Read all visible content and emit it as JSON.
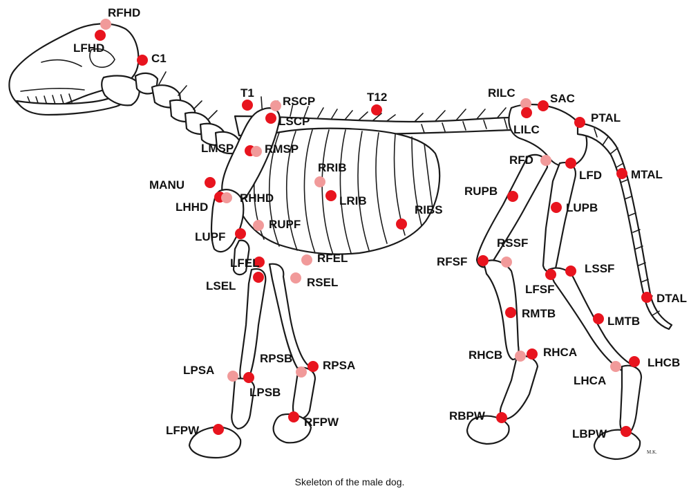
{
  "caption": "Skeleton of the male dog.",
  "signature": "M.K.",
  "colors": {
    "right_marker": "#f19a9a",
    "left_marker": "#e8141e"
  },
  "markers": [
    {
      "label": "RFHD",
      "side": "right"
    },
    {
      "label": "LFHD",
      "side": "left"
    },
    {
      "label": "C1",
      "side": "left"
    },
    {
      "label": "T1",
      "side": "left"
    },
    {
      "label": "RSCP",
      "side": "right"
    },
    {
      "label": "LSCP",
      "side": "left"
    },
    {
      "label": "T12",
      "side": "left"
    },
    {
      "label": "RILC",
      "side": "right"
    },
    {
      "label": "SAC",
      "side": "left"
    },
    {
      "label": "LILC",
      "side": "left"
    },
    {
      "label": "PTAL",
      "side": "left"
    },
    {
      "label": "LMSP",
      "side": "left"
    },
    {
      "label": "RMSP",
      "side": "right"
    },
    {
      "label": "RRIB",
      "side": "right"
    },
    {
      "label": "LRIB",
      "side": "left"
    },
    {
      "label": "MANU",
      "side": "left"
    },
    {
      "label": "LHHD",
      "side": "left"
    },
    {
      "label": "RHHD",
      "side": "right"
    },
    {
      "label": "RIBS",
      "side": "left"
    },
    {
      "label": "RUPF",
      "side": "right"
    },
    {
      "label": "LUPF",
      "side": "left"
    },
    {
      "label": "RFD",
      "side": "right"
    },
    {
      "label": "LFD",
      "side": "left"
    },
    {
      "label": "MTAL",
      "side": "left"
    },
    {
      "label": "RUPB",
      "side": "left"
    },
    {
      "label": "LUPB",
      "side": "left"
    },
    {
      "label": "RSSF",
      "side": "right"
    },
    {
      "label": "RFSF",
      "side": "left"
    },
    {
      "label": "LFEL",
      "side": "left"
    },
    {
      "label": "RFEL",
      "side": "right"
    },
    {
      "label": "LSEL",
      "side": "left"
    },
    {
      "label": "RSEL",
      "side": "right"
    },
    {
      "label": "LSSF",
      "side": "left"
    },
    {
      "label": "LFSF",
      "side": "left"
    },
    {
      "label": "DTAL",
      "side": "left"
    },
    {
      "label": "RMTB",
      "side": "left"
    },
    {
      "label": "LMTB",
      "side": "left"
    },
    {
      "label": "RHCB",
      "side": "right"
    },
    {
      "label": "RHCA",
      "side": "left"
    },
    {
      "label": "LHCB",
      "side": "left"
    },
    {
      "label": "LHCA",
      "side": "right"
    },
    {
      "label": "LPSA",
      "side": "right"
    },
    {
      "label": "LPSB",
      "side": "left"
    },
    {
      "label": "RPSB",
      "side": "right"
    },
    {
      "label": "RPSA",
      "side": "left"
    },
    {
      "label": "RFPW",
      "side": "left"
    },
    {
      "label": "LFPW",
      "side": "left"
    },
    {
      "label": "RBPW",
      "side": "left"
    },
    {
      "label": "LBPW",
      "side": "left"
    }
  ]
}
